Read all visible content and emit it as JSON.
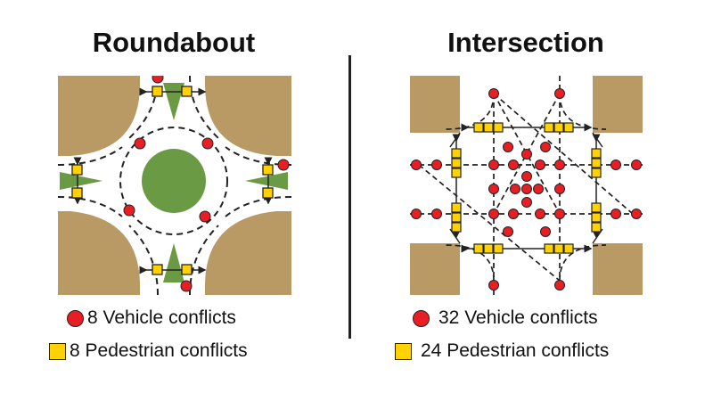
{
  "left": {
    "title": "Roundabout",
    "vehicle_legend": "8 Vehicle conflicts",
    "pedestrian_legend": "8 Pedestrian conflicts"
  },
  "right": {
    "title": "Intersection",
    "vehicle_legend": "32 Vehicle conflicts",
    "pedestrian_legend": "24 Pedestrian conflicts"
  },
  "colors": {
    "vehicle_conflict": "#e81e25",
    "pedestrian_conflict": "#ffd200",
    "land": "#b99a64",
    "island": "#6b9a45"
  }
}
